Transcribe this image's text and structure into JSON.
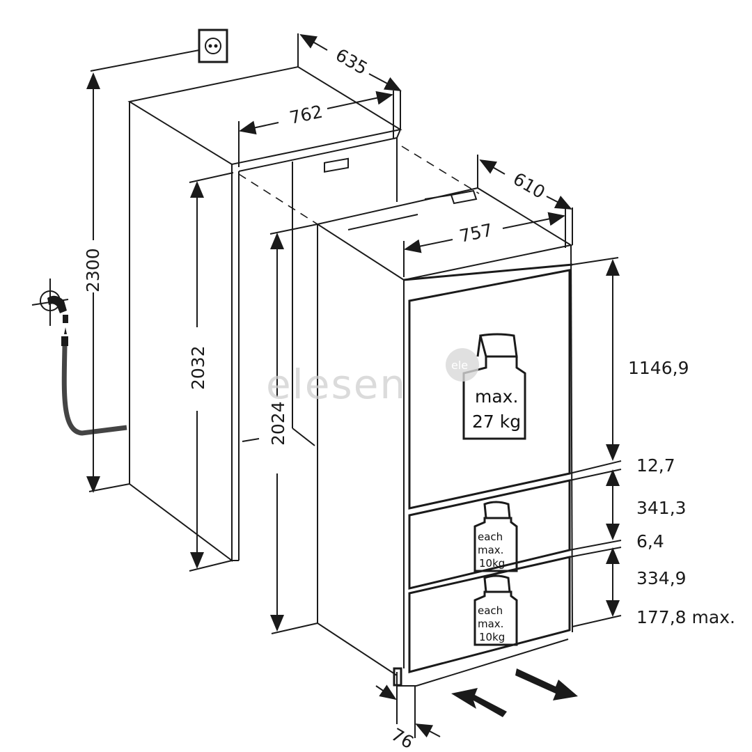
{
  "dimensions": {
    "niche_depth": "635",
    "niche_width": "762",
    "appliance_depth": "610",
    "appliance_width": "757",
    "total_height": "2300",
    "niche_height": "2032",
    "appliance_height": "2024",
    "upper_door": "1146,9",
    "gap_1": "12,7",
    "drawer_1": "341,3",
    "gap_2": "6,4",
    "drawer_2": "334,9",
    "plinth": "177,8 max.",
    "door_offset": "76"
  },
  "load_labels": {
    "door": [
      "max.",
      "27 kg"
    ],
    "drawer_top": [
      "each",
      "max.",
      "10kg"
    ],
    "drawer_bottom": [
      "each",
      "max.",
      "10kg"
    ]
  },
  "watermark": {
    "text": "elesen",
    "badge": "ele"
  },
  "icons": [
    "power-socket-icon",
    "water-tap-icon",
    "weight-icon",
    "airflow-arrow-icon"
  ]
}
